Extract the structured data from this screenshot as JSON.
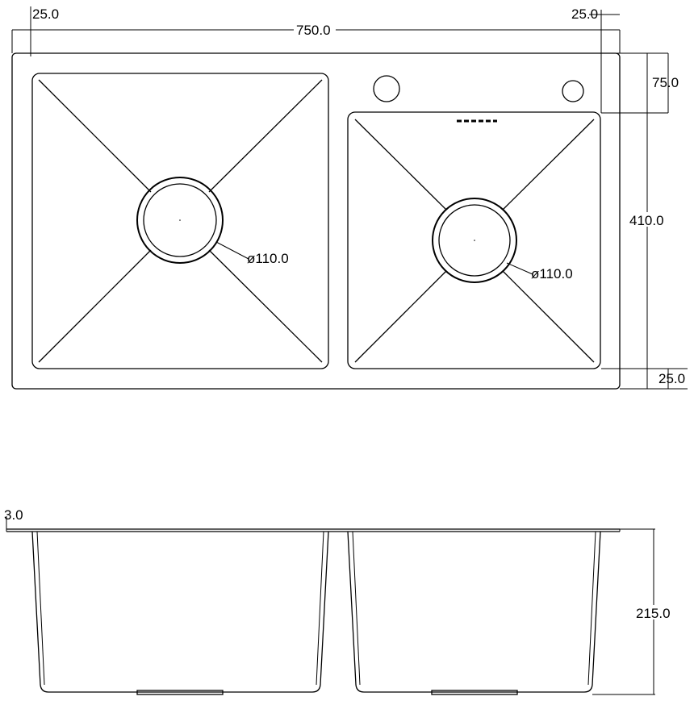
{
  "dimensions": {
    "top_left_margin": "25.0",
    "overall_width": "750.0",
    "top_right_margin": "25.0",
    "tap_hole_offset": "75.0",
    "overall_depth": "410.0",
    "bottom_margin": "25.0",
    "large_drain_diameter": "ø110.0",
    "small_drain_diameter": "ø110.0",
    "rim_thickness": "3.0",
    "bowl_height": "215.0"
  }
}
